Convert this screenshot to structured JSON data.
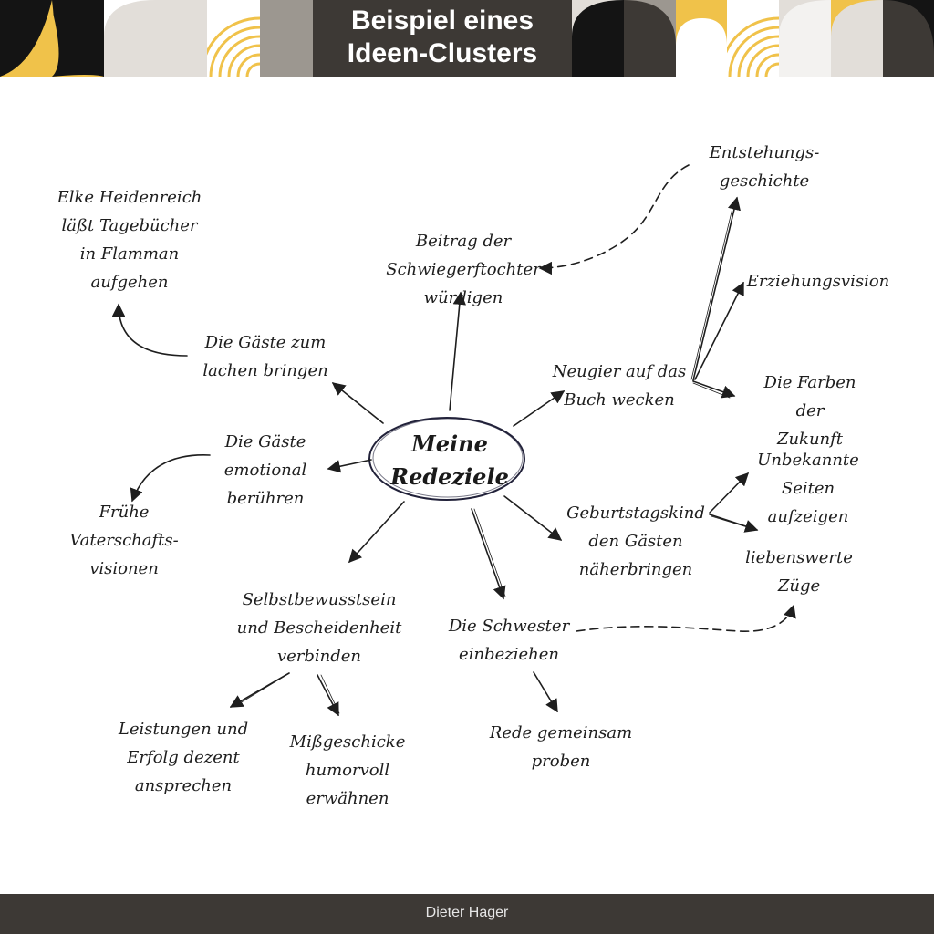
{
  "header": {
    "title_line1": "Beispiel eines",
    "title_line2": "Ideen-Clusters"
  },
  "colors": {
    "dark": "#3d3935",
    "black": "#141414",
    "yellow": "#f0c24a",
    "beige": "#e2ded9",
    "gray": "#9c9790",
    "ink": "#1e1e1e"
  },
  "center": {
    "label": "Meine\nRedeziele"
  },
  "nodes": {
    "beitrag": "Beitrag der\nSchwiegerftochter\nwürdigen",
    "neugier": "Neugier auf das\nBuch wecken",
    "geburtstagskind": "Geburtstagskind\nden Gästen\nnäherbringen",
    "schwester": "Die Schwester\neinbeziehen",
    "selbstbewusstsein": "Selbstbewusstsein\nund Bescheidenheit\nverbinden",
    "emotional": "Die Gäste\nemotional\nberühren",
    "lachen": "Die Gäste zum\nlachen bringen",
    "elke": "Elke Heidenreich\nläßt Tagebücher\nin Flamman\naufgehen",
    "entstehung": "Entstehungs-\ngeschichte",
    "erziehung": "Erziehungsvision",
    "farben": "Die Farben der\nZukunft",
    "unbekannte": "Unbekannte\nSeiten aufzeigen",
    "liebenswerte": "liebenswerte\nZüge",
    "fruehe": "Frühe\nVaterschafts-\nvisionen",
    "leistungen": "Leistungen und\nErfolg dezent\nansprechen",
    "missgeschicke": "Mißgeschicke\nhumorvoll\nerwähnen",
    "rede": "Rede gemeinsam\nproben"
  },
  "footer": {
    "author": "Dieter Hager"
  }
}
